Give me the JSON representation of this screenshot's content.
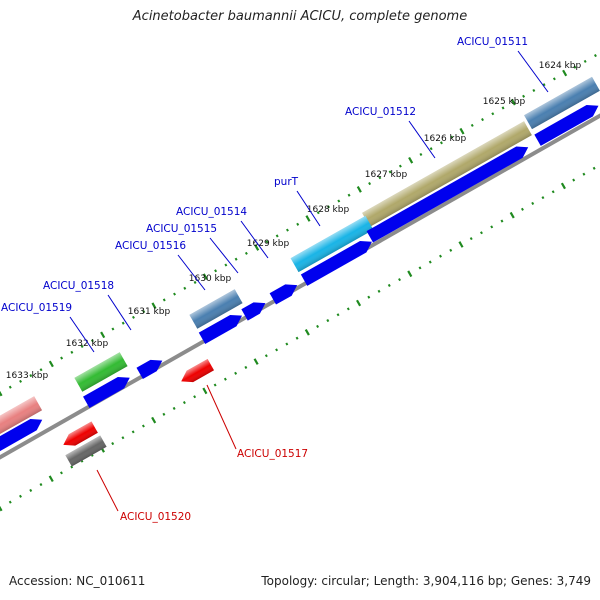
{
  "title": "Acinetobacter baumannii ACICU, complete genome",
  "footer": {
    "accession": "Accession: NC_010611",
    "summary": "Topology: circular; Length: 3,904,116 bp; Genes: 3,749"
  },
  "colors": {
    "plus_strand_label": "#0000cc",
    "minus_strand_label": "#cc0000",
    "cds_blue": "#0000ee",
    "backbone": "#8c8c8c",
    "tick_green": "#1f8a1f"
  },
  "kbp_ticks": [
    "1624 kbp",
    "1625 kbp",
    "1626 kbp",
    "1627 kbp",
    "1628 kbp",
    "1629 kbp",
    "1630 kbp",
    "1631 kbp",
    "1632 kbp",
    "1633 kbp"
  ],
  "gene_labels": [
    {
      "text": "ACICU_01511",
      "strand": "plus"
    },
    {
      "text": "ACICU_01512",
      "strand": "plus"
    },
    {
      "text": "purT",
      "strand": "plus"
    },
    {
      "text": "ACICU_01514",
      "strand": "plus"
    },
    {
      "text": "ACICU_01515",
      "strand": "plus"
    },
    {
      "text": "ACICU_01516",
      "strand": "plus"
    },
    {
      "text": "ACICU_01518",
      "strand": "plus"
    },
    {
      "text": "ACICU_01519",
      "strand": "plus"
    },
    {
      "text": "ACICU_01517",
      "strand": "minus"
    },
    {
      "text": "ACICU_01520",
      "strand": "minus"
    }
  ]
}
